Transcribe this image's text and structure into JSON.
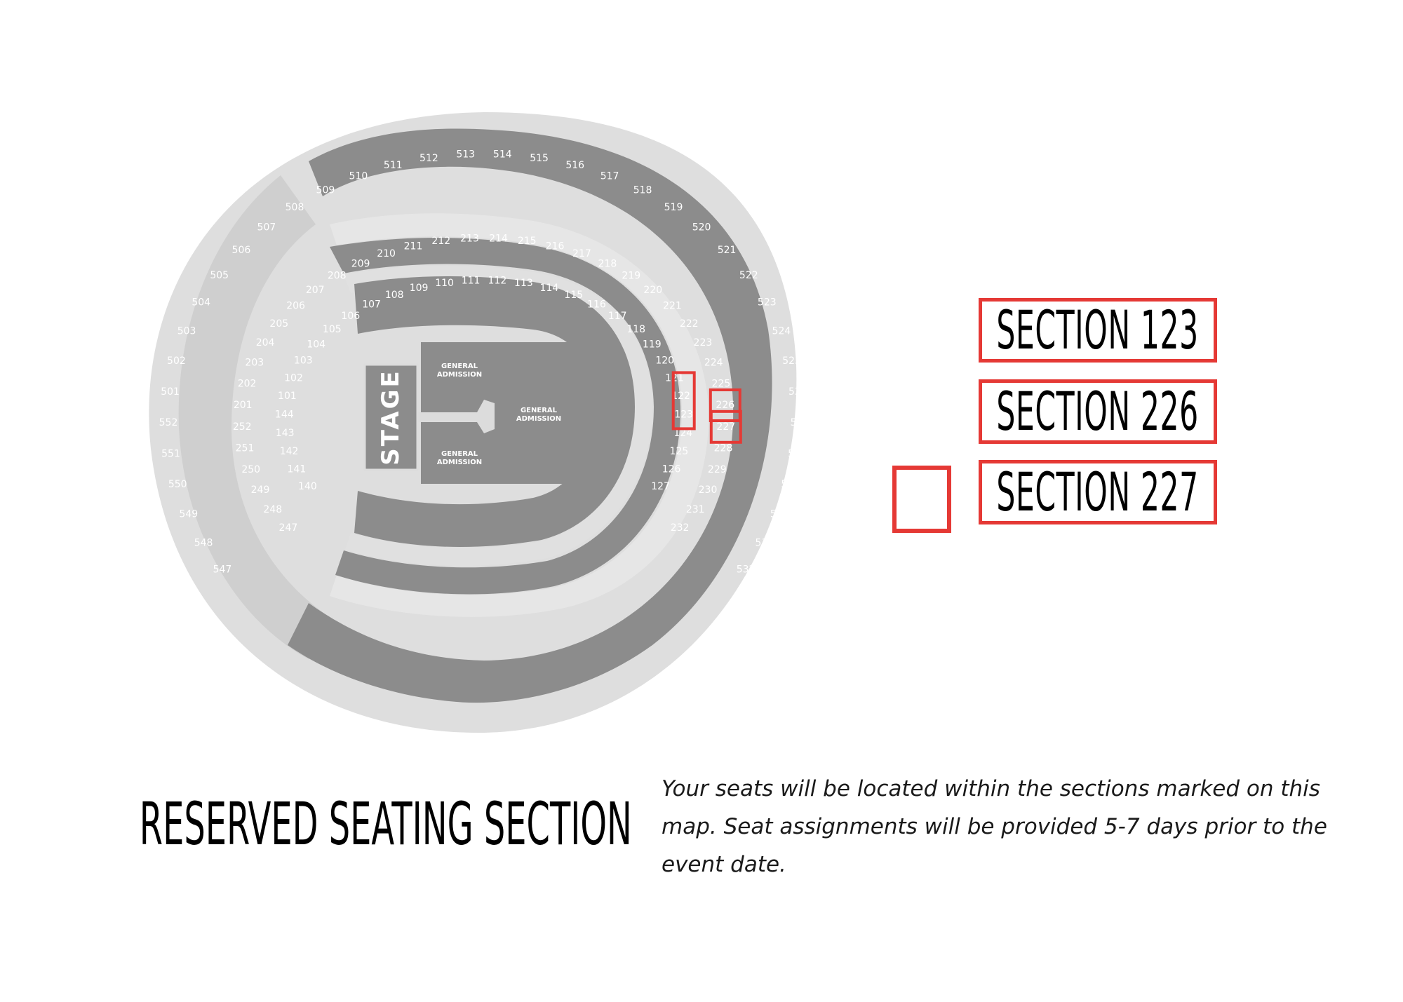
{
  "map": {
    "stage_label": "STAGE",
    "general_admission_left_top": [
      "GENERAL",
      "ADMISSION"
    ],
    "general_admission_left_bottom": [
      "GENERAL",
      "ADMISSION"
    ],
    "general_admission_right": [
      "GENERAL",
      "ADMISSION"
    ],
    "sections_500_top": [
      "547",
      "548",
      "549",
      "550",
      "551",
      "552",
      "501",
      "502",
      "503",
      "504",
      "505",
      "506",
      "507",
      "508",
      "509",
      "510",
      "511",
      "512",
      "513",
      "514",
      "515",
      "516",
      "517",
      "518",
      "519",
      "520",
      "521",
      "522",
      "523",
      "524",
      "525",
      "526",
      "527",
      "528",
      "529",
      "530",
      "531",
      "532"
    ],
    "sections_200_top": [
      "247",
      "248",
      "249",
      "250",
      "251",
      "252",
      "201",
      "202",
      "203",
      "204",
      "205",
      "206",
      "207",
      "208",
      "209",
      "210",
      "211",
      "212",
      "213",
      "214",
      "215",
      "216",
      "217",
      "218",
      "219",
      "220",
      "221",
      "222",
      "223",
      "224",
      "225",
      "226",
      "227",
      "228",
      "229",
      "230",
      "231",
      "232"
    ],
    "sections_100": [
      "140",
      "141",
      "142",
      "143",
      "144",
      "101",
      "102",
      "103",
      "104",
      "105",
      "106",
      "107",
      "108",
      "109",
      "110",
      "111",
      "112",
      "113",
      "114",
      "115",
      "116",
      "117",
      "118",
      "119",
      "120",
      "121",
      "122",
      "123",
      "124",
      "125",
      "126",
      "127"
    ],
    "highlighted_sections": [
      "123",
      "226",
      "227"
    ],
    "highlight_color": "#e53935",
    "section_color": "#8c8c8c",
    "concourse_color": "#dcdcdc"
  },
  "legend": {
    "items": [
      "SECTION 123",
      "SECTION 226",
      "SECTION 227"
    ]
  },
  "footer": {
    "title": "RESERVED SEATING SECTION",
    "note": "Your seats will be located within the sections marked on this map. Seat assignments will be provided 5-7 days prior to the event date."
  }
}
